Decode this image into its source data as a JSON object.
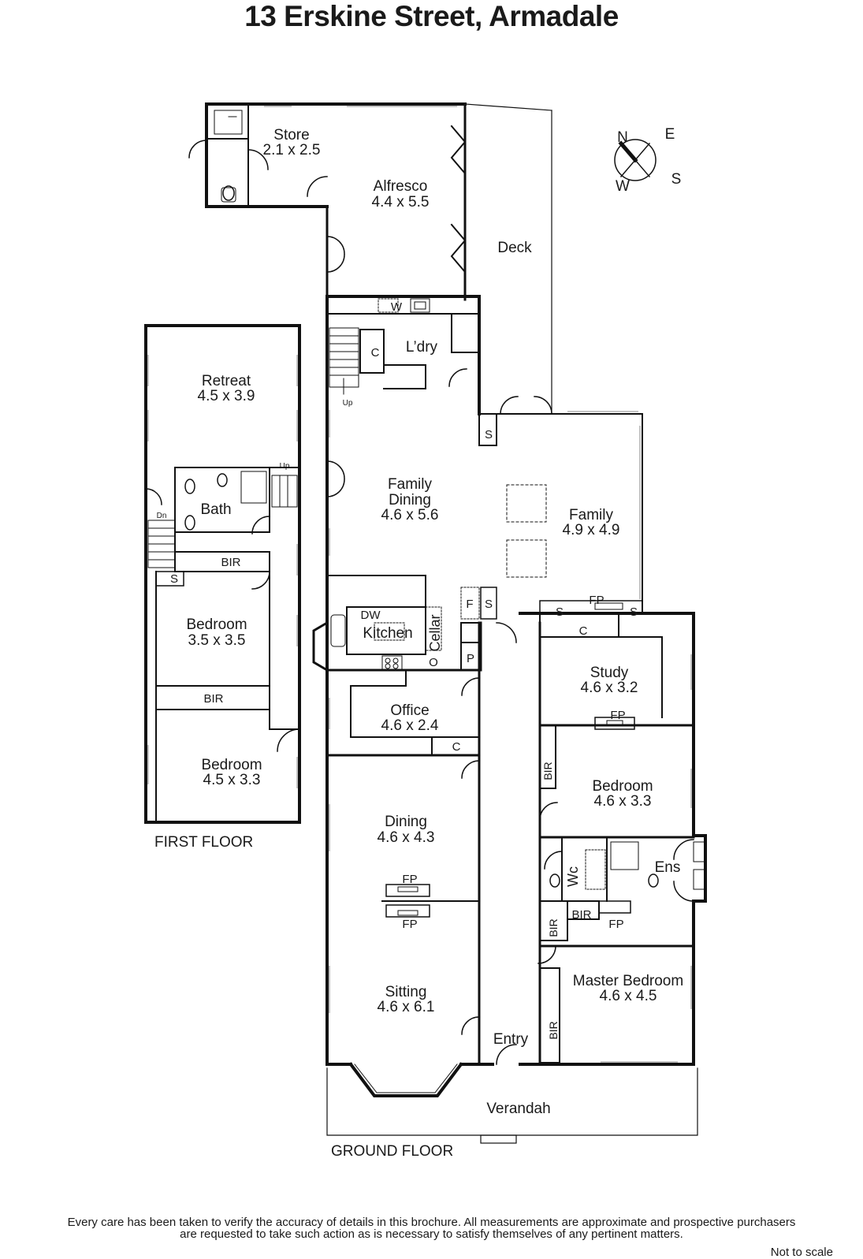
{
  "title": "13 Erskine Street, Armadale",
  "floors": {
    "ground": "GROUND FLOOR",
    "first": "FIRST FLOOR"
  },
  "compass": {
    "n": "N",
    "e": "E",
    "s": "S",
    "w": "W"
  },
  "rooms": {
    "store": {
      "name": "Store",
      "size": "2.1 x 2.5"
    },
    "alfresco": {
      "name": "Alfresco",
      "size": "4.4 x 5.5"
    },
    "deck": {
      "name": "Deck"
    },
    "laundry": {
      "name": "L’dry"
    },
    "retreat": {
      "name": "Retreat",
      "size": "4.5 x 3.9"
    },
    "bath": {
      "name": "Bath"
    },
    "family_dining": {
      "name1": "Family",
      "name2": "Dining",
      "size": "4.6 x 5.6"
    },
    "family": {
      "name": "Family",
      "size": "4.9 x 4.9"
    },
    "kitchen": {
      "name": "Kitchen"
    },
    "cellar": {
      "name": "Cellar"
    },
    "bedroom_first_1": {
      "name": "Bedroom",
      "size": "3.5 x 3.5"
    },
    "bedroom_first_2": {
      "name": "Bedroom",
      "size": "4.5 x 3.3"
    },
    "study": {
      "name": "Study",
      "size": "4.6 x 3.2"
    },
    "office": {
      "name": "Office",
      "size": "4.6 x 2.4"
    },
    "bedroom_ground": {
      "name": "Bedroom",
      "size": "4.6 x 3.3"
    },
    "dining": {
      "name": "Dining",
      "size": "4.6 x 4.3"
    },
    "ensuite": {
      "name": "Ens"
    },
    "wc": {
      "name": "Wc"
    },
    "sitting": {
      "name": "Sitting",
      "size": "4.6 x 6.1"
    },
    "master": {
      "name": "Master Bedroom",
      "size": "4.6 x 4.5"
    },
    "entry": {
      "name": "Entry"
    },
    "verandah": {
      "name": "Verandah"
    }
  },
  "fixtures": {
    "w": "W",
    "c": "C",
    "s": "S",
    "up": "Up",
    "dn": "Dn",
    "bir": "BIR",
    "fp": "FP",
    "dw": "DW",
    "f": "F",
    "o": "O",
    "p": "P"
  },
  "disclaimer": {
    "line1": "Every care has been taken to verify the accuracy of details in this brochure.  All measurements are approximate and prospective purchasers",
    "line2": "are requested to take such action as is necessary to satisfy themselves of any pertinent matters."
  },
  "scale_note": "Not to scale"
}
